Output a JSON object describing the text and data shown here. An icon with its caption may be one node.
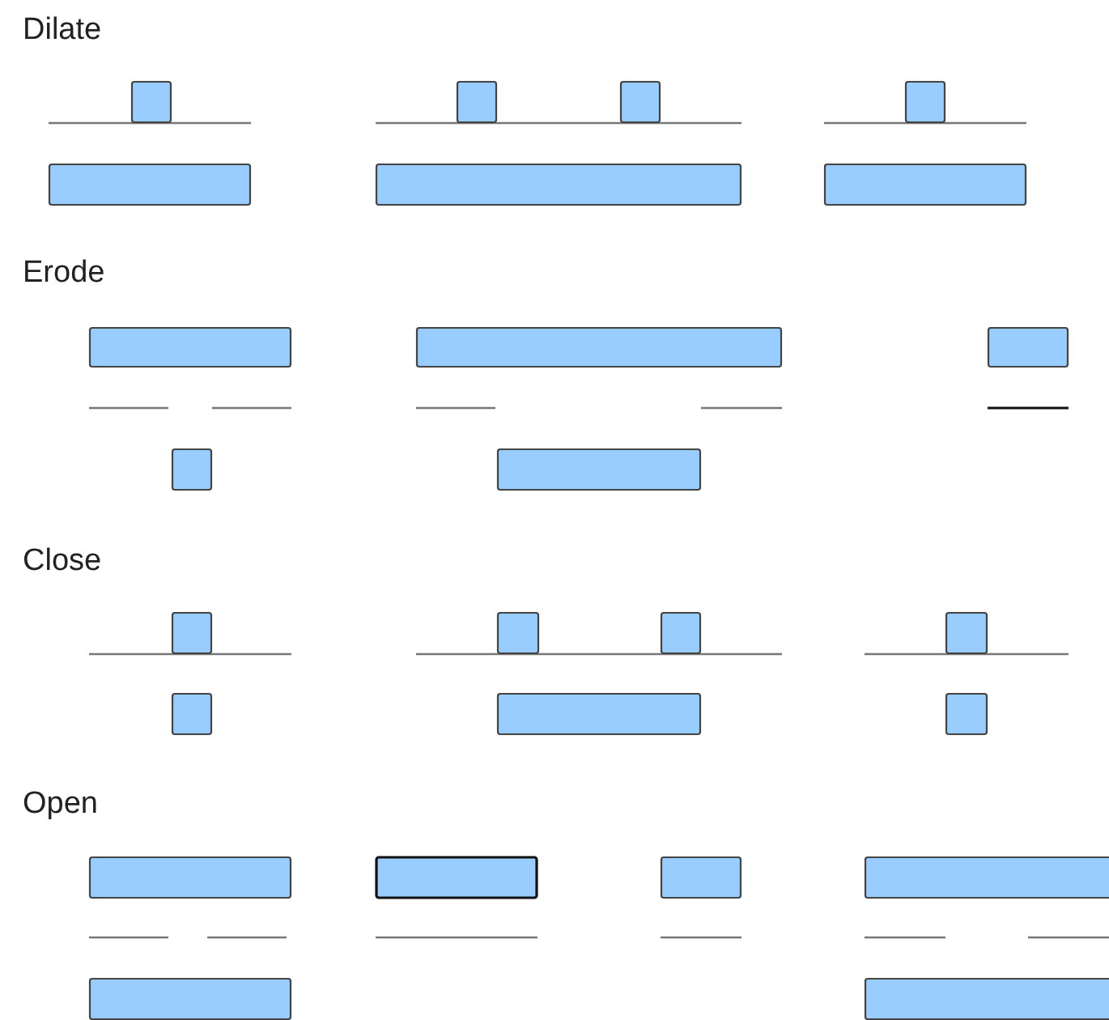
{
  "diagram": {
    "labels": [
      "Dilate",
      "Erode",
      "Close",
      "Open"
    ]
  }
}
